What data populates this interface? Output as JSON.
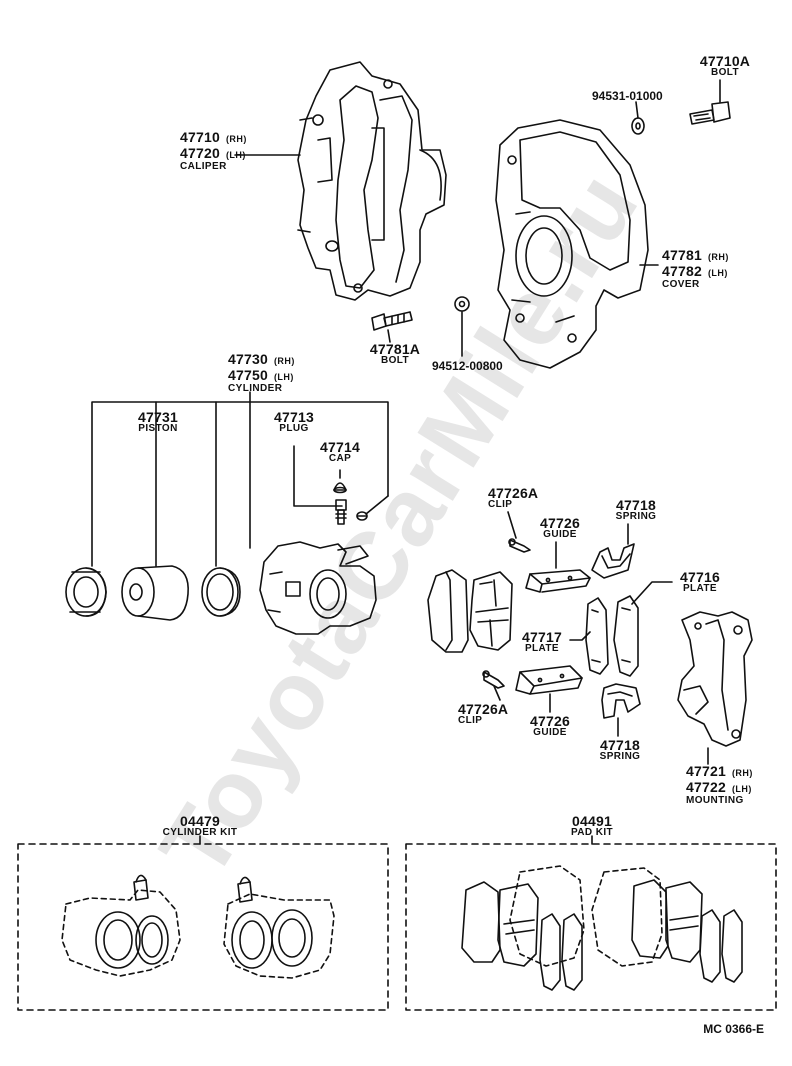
{
  "watermark": "ToyotaCarMile.ru",
  "parts": {
    "bolt_a": {
      "number": "47710A",
      "name": "BOLT"
    },
    "washer_a": {
      "number": "94531-01000"
    },
    "caliper": {
      "number_rh": "47710",
      "side_rh": "(RH)",
      "number_lh": "47720",
      "side_lh": "(LH)",
      "name": "CALIPER"
    },
    "cover": {
      "number_rh": "47781",
      "side_rh": "(RH)",
      "number_lh": "47782",
      "side_lh": "(LH)",
      "name": "COVER"
    },
    "bolt_b": {
      "number": "47781A",
      "name": "BOLT"
    },
    "washer_b": {
      "number": "94512-00800"
    },
    "cylinder": {
      "number_rh": "47730",
      "side_rh": "(RH)",
      "number_lh": "47750",
      "side_lh": "(LH)",
      "name": "CYLINDER"
    },
    "piston": {
      "number": "47731",
      "name": "PISTON"
    },
    "plug": {
      "number": "47713",
      "name": "PLUG"
    },
    "cap": {
      "number": "47714",
      "name": "CAP"
    },
    "clip_top": {
      "number": "47726A",
      "name": "CLIP"
    },
    "guide_top": {
      "number": "47726",
      "name": "GUIDE"
    },
    "spring_top": {
      "number": "47718",
      "name": "SPRING"
    },
    "plate_right": {
      "number": "47716",
      "name": "PLATE"
    },
    "plate_mid": {
      "number": "47717",
      "name": "PLATE"
    },
    "clip_bottom": {
      "number": "47726A",
      "name": "CLIP"
    },
    "guide_bottom": {
      "number": "47726",
      "name": "GUIDE"
    },
    "spring_bottom": {
      "number": "47718",
      "name": "SPRING"
    },
    "mounting": {
      "number_rh": "47721",
      "side_rh": "(RH)",
      "number_lh": "47722",
      "side_lh": "(LH)",
      "name": "MOUNTING"
    }
  },
  "kits": {
    "cylinder_kit": {
      "number": "04479",
      "name": "CYLINDER KIT"
    },
    "pad_kit": {
      "number": "04491",
      "name": "PAD KIT"
    }
  },
  "reference": "MC 0366-E"
}
